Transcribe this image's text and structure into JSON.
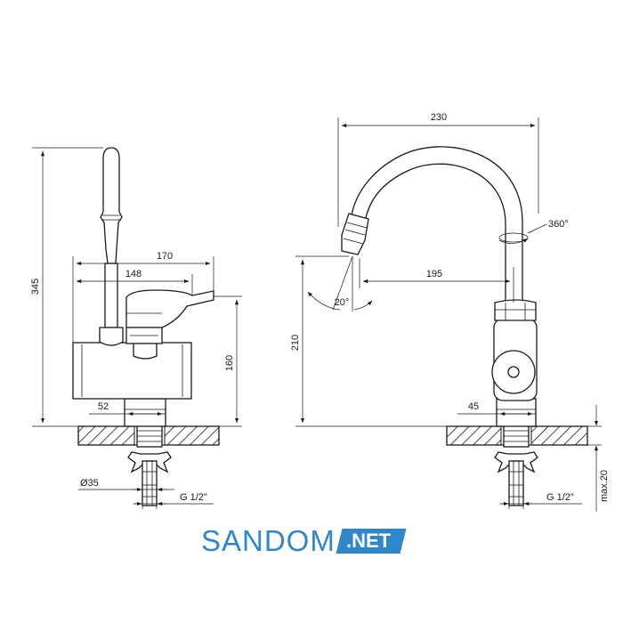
{
  "brand": {
    "name": "SANDOM",
    "tag": ".NET",
    "color": "#2f86c8"
  },
  "left_view": {
    "dims": {
      "height_total": "345",
      "width_handle": "170",
      "width_body": "148",
      "height_body": "160",
      "base_width": "52",
      "hole_diameter": "Ø35",
      "thread": "G 1/2\""
    }
  },
  "right_view": {
    "dims": {
      "reach_total": "230",
      "spout_reach": "195",
      "height_spout": "210",
      "rotation": "360°",
      "tilt_angle": "20°",
      "base_width": "45",
      "thread": "G 1/2\"",
      "max_thickness": "max.20"
    }
  }
}
